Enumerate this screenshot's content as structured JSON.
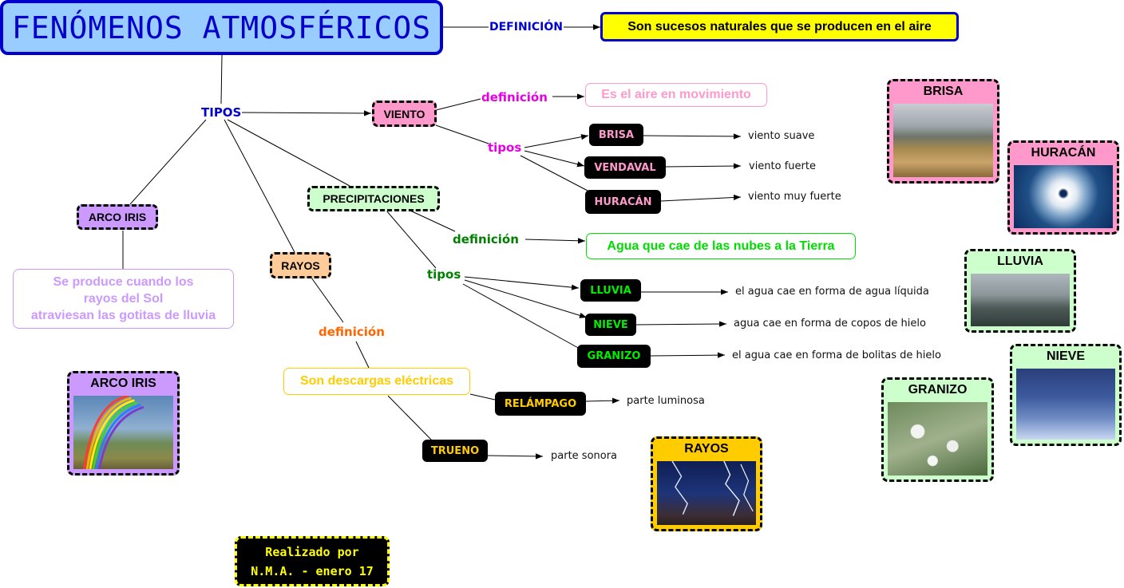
{
  "title": "FENÓMENOS ATMOSFÉRICOS",
  "links": {
    "definicion_main": "DEFINICIÓN",
    "tipos_main": "TIPOS",
    "viento_definicion": "definición",
    "viento_tipos": "tipos",
    "precip_definicion": "definición",
    "precip_tipos": "tipos",
    "rayos_definicion": "definición"
  },
  "definition_main": "Son sucesos naturales que se producen en el aire",
  "viento": {
    "label": "VIENTO",
    "definition": "Es el aire en movimiento",
    "types": [
      {
        "name": "BRISA",
        "desc": "viento suave"
      },
      {
        "name": "VENDAVAL",
        "desc": "viento fuerte"
      },
      {
        "name": "HURACÁN",
        "desc": "viento muy fuerte"
      }
    ]
  },
  "precipitaciones": {
    "label": "PRECIPITACIONES",
    "definition": "Agua que cae de las nubes a la Tierra",
    "types": [
      {
        "name": "LLUVIA",
        "desc": "el agua cae en forma de agua líquida"
      },
      {
        "name": "NIEVE",
        "desc": "agua cae en forma de copos de hielo"
      },
      {
        "name": "GRANIZO",
        "desc": "el agua cae en forma de bolitas de hielo"
      }
    ]
  },
  "arco_iris": {
    "label": "ARCO IRIS",
    "definition_lines": [
      "Se produce cuando los",
      "rayos del Sol",
      "atraviesan las gotitas de lluvia"
    ]
  },
  "rayos": {
    "label": "RAYOS",
    "definition": "Son descargas eléctricas",
    "parts": [
      {
        "name": "RELÁMPAGO",
        "desc": "parte luminosa"
      },
      {
        "name": "TRUENO",
        "desc": "parte sonora"
      }
    ]
  },
  "images": {
    "brisa": "BRISA",
    "huracan": "HURACÁN",
    "lluvia": "LLUVIA",
    "nieve": "NIEVE",
    "granizo": "GRANIZO",
    "rayos": "RAYOS",
    "arco_iris": "ARCO IRIS"
  },
  "credit": {
    "line1": "Realizado por",
    "line2": "N.M.A. - enero 17"
  },
  "colors": {
    "title_bg": "#99CCFF",
    "title_border": "#0000CC",
    "main_def_bg": "#FFFF00",
    "link_blue": "#0000CC",
    "viento": "#FF99CC",
    "viento_label": "#E600E6",
    "precip": "#CCFFCC",
    "precip_label": "#008000",
    "bright_green": "#00DD00",
    "arco_iris": "#CC99FF",
    "rayos": "#FFCC99",
    "rayos_label": "#FF6600",
    "rayos_def": "#FFCC00"
  }
}
